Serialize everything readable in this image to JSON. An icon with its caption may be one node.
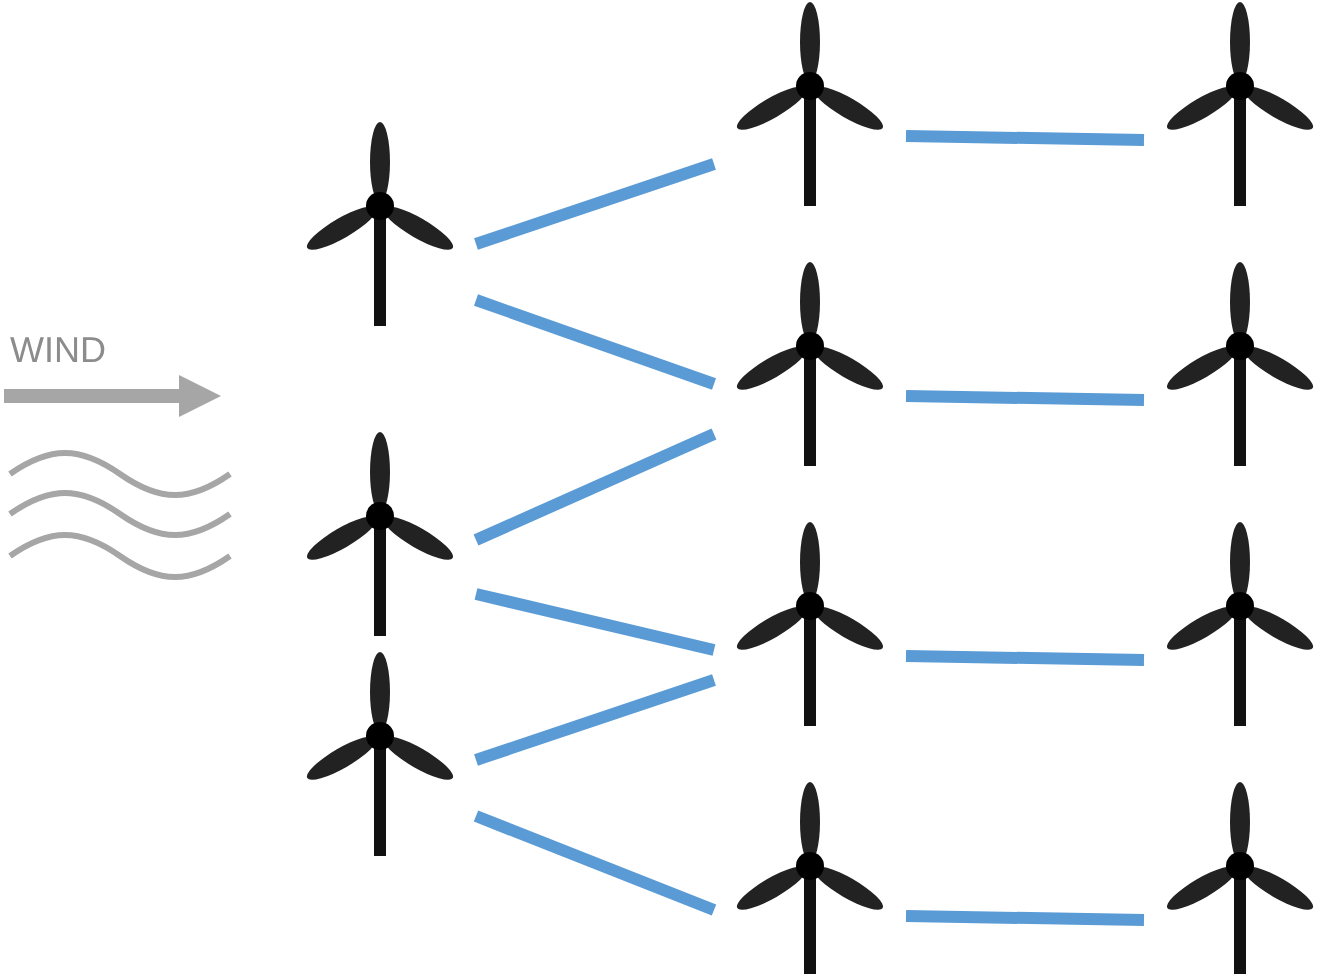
{
  "diagram": {
    "nodes": [
      {
        "text": [],
        "shape": "picture"
      },
      {
        "text": [],
        "shape": "picture"
      },
      {
        "text": [],
        "shape": "picture"
      },
      {
        "text": [],
        "shape": "picture"
      },
      {
        "text": [],
        "shape": "picture"
      },
      {
        "text": [],
        "shape": "picture"
      },
      {
        "text": [],
        "shape": "picture"
      },
      {
        "text": [],
        "shape": "picture"
      },
      {
        "text": [],
        "shape": "picture"
      },
      {
        "text": [],
        "shape": "picture"
      },
      {
        "text": [],
        "shape": "picture"
      }
    ],
    "edges": [
      {
        "from": 0,
        "to": 3,
        "arrow": "none"
      },
      {
        "from": 0,
        "to": 4,
        "arrow": "none"
      },
      {
        "from": 1,
        "to": 4,
        "arrow": "none"
      },
      {
        "from": 1,
        "to": 5,
        "arrow": "none"
      },
      {
        "from": 2,
        "to": 5,
        "arrow": "none"
      },
      {
        "from": 2,
        "to": 6,
        "arrow": "none"
      },
      {
        "from": 3,
        "to": 7,
        "arrow": "none"
      },
      {
        "from": 4,
        "to": 8,
        "arrow": "none"
      },
      {
        "from": 5,
        "to": 9,
        "arrow": "none"
      },
      {
        "from": 6,
        "to": 10,
        "arrow": "none"
      }
    ],
    "labels": [
      "WIND"
    ]
  }
}
